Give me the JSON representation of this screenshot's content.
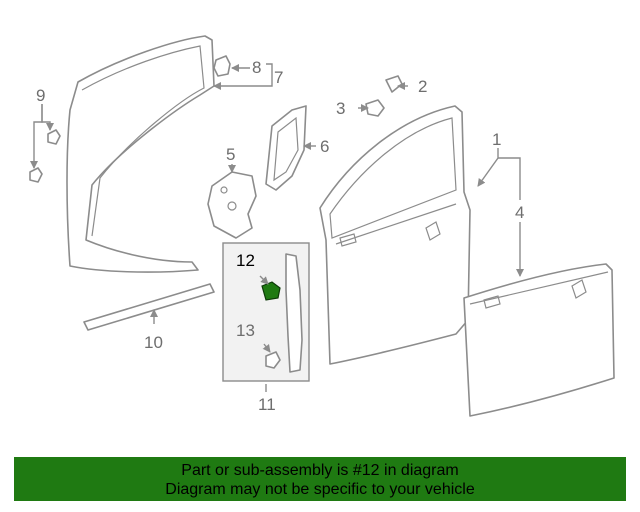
{
  "diagram": {
    "callouts": {
      "c1": "1",
      "c2": "2",
      "c3": "3",
      "c4": "4",
      "c5": "5",
      "c6": "6",
      "c7": "7",
      "c8": "8",
      "c9": "9",
      "c10": "10",
      "c11": "11",
      "c12": "12",
      "c13": "13"
    },
    "highlighted_part": "12",
    "colors": {
      "line_art": "#8c8c8c",
      "highlight_part": "#1f7a12",
      "banner_background": "#1f7a12"
    }
  },
  "footer": {
    "line1": "Part or sub-assembly is #12 in diagram",
    "line2": "Diagram may not be specific to your vehicle"
  }
}
